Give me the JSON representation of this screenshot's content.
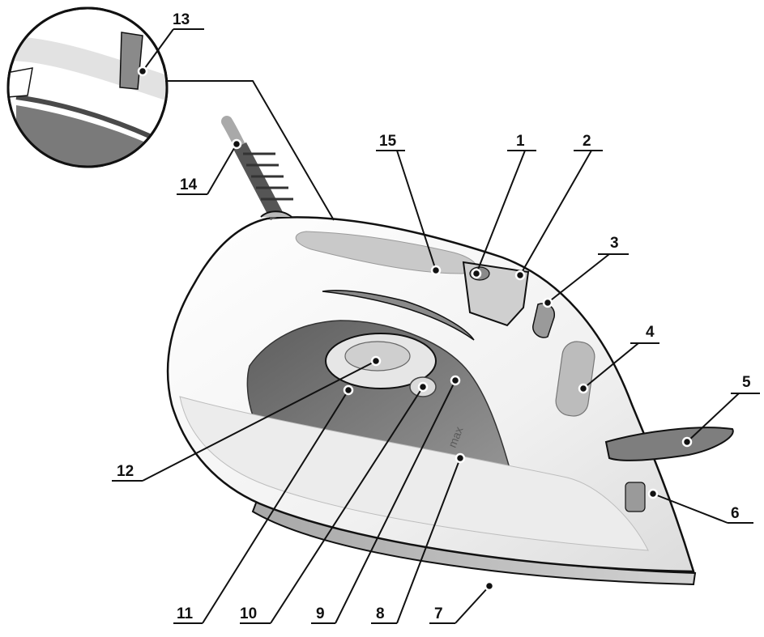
{
  "figure": {
    "subject": "steam iron",
    "tank_marking": "max",
    "callouts": [
      {
        "number": "1"
      },
      {
        "number": "2"
      },
      {
        "number": "3"
      },
      {
        "number": "4"
      },
      {
        "number": "5"
      },
      {
        "number": "6"
      },
      {
        "number": "7"
      },
      {
        "number": "8"
      },
      {
        "number": "9"
      },
      {
        "number": "10"
      },
      {
        "number": "11"
      },
      {
        "number": "12"
      },
      {
        "number": "13"
      },
      {
        "number": "14"
      },
      {
        "number": "15"
      }
    ]
  },
  "colors": {
    "line": "#111111",
    "body_light": "#f4f4f4",
    "body_mid": "#d6d6d6",
    "tank_dark": "#7a7a7a",
    "sole_plate": "#b8b8b8"
  }
}
